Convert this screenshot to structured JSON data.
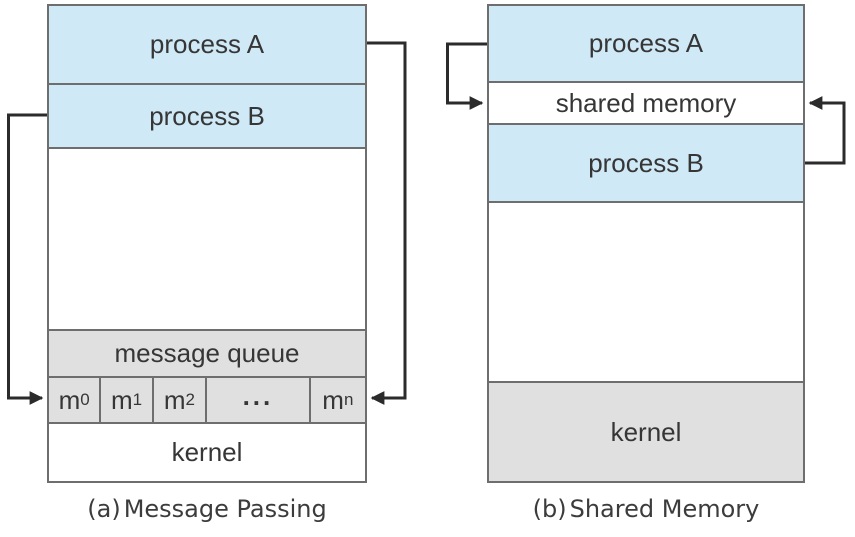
{
  "figure": {
    "left_diagram": {
      "caption_prefix": "(a)",
      "caption": "Message Passing",
      "process_a": "process A",
      "process_b": "process B",
      "message_queue": "message queue",
      "kernel": "kernel",
      "queue_cells": [
        {
          "base": "m",
          "sub": "0"
        },
        {
          "base": "m",
          "sub": "1"
        },
        {
          "base": "m",
          "sub": "2"
        },
        {
          "base": "...",
          "sub": ""
        },
        {
          "base": "m",
          "sub": "n"
        }
      ]
    },
    "right_diagram": {
      "caption_prefix": "(b)",
      "caption": "Shared Memory",
      "process_a": "process A",
      "shared_memory": "shared memory",
      "process_b": "process B",
      "kernel": "kernel"
    },
    "colors": {
      "process_fill": "#cfe9f6",
      "kernel_fill": "#e0e0e0",
      "message_queue_fill": "#e0e0e0",
      "box_border": "#6e6e6e",
      "arrow": "#2b2b2b",
      "text": "#363636"
    }
  }
}
